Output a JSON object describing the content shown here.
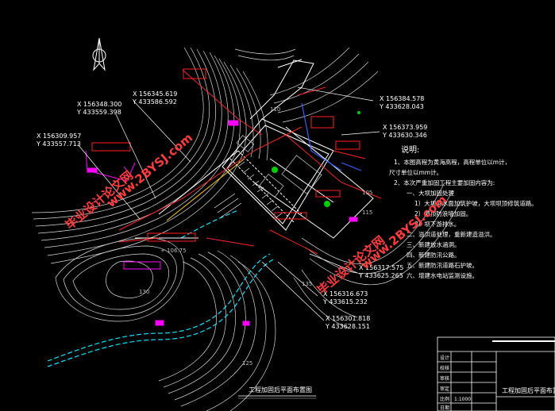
{
  "drawing": {
    "bottom_title": "工程加固后平面布置图",
    "coordinates": [
      {
        "x": "X 156345.619",
        "y": "Y 433586.592"
      },
      {
        "x": "X 156348.300",
        "y": "Y 433559.398"
      },
      {
        "x": "X 156309.957",
        "y": "Y 433557.713"
      },
      {
        "x": "X 156384.578",
        "y": "Y 433628.043"
      },
      {
        "x": "X 156373.959",
        "y": "Y 433630.346"
      },
      {
        "x": "X 156317.575",
        "y": "Y 433625.265"
      },
      {
        "x": "X 156316.673",
        "y": "Y 433615.232"
      },
      {
        "x": "X 156301.818",
        "y": "Y 433628.151"
      }
    ],
    "notes": {
      "heading": "说明:",
      "lines": [
        "1、本图高程为黄海高程，高程单位以m计，",
        "尺寸单位以mm计。",
        "2、本次严重加固工程主要加固内容为:",
        "一、大坝加固处理",
        "1）大坝迎水面加筑护坡，大坝坝顶修筑道路。",
        "2）坝顶防浪墙加固。",
        "3）坝下游排水。",
        "二、溢洪道处理，重新建造溢洪。",
        "三、新建放水涵洞。",
        "四、新建防汛公路。",
        "五、新建防汛道路石护坡。",
        "六、增建水电站监测设施。"
      ]
    },
    "watermarks": [
      "毕业设计论文网",
      "www.2BYSJ.com"
    ],
    "contour_labels": [
      "110",
      "105",
      "130",
      "135",
      "125",
      "115",
      "+ 106.75"
    ],
    "title_block": {
      "drawing_name": "工程加固后平面布置图",
      "rows": [
        "设计",
        "校核",
        "审核",
        "审定",
        "比例",
        "日期"
      ],
      "values": [
        "",
        "",
        "",
        "",
        "1:1000",
        ""
      ]
    },
    "colors": {
      "background": "#000000",
      "contour": "#ffffff",
      "road": "#00e5ff",
      "red_line": "#ff2020",
      "magenta": "#ff00ff",
      "blue": "#3060ff",
      "green": "#00d000",
      "watermark": "#ff3030"
    }
  }
}
